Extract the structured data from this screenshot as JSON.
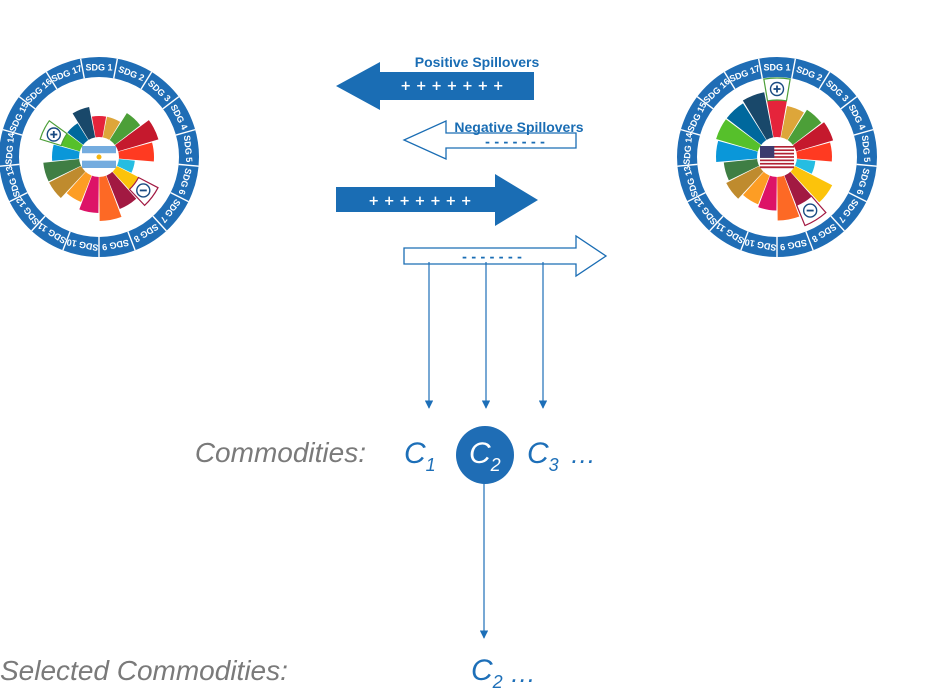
{
  "wheels": [
    {
      "country": "Argentina",
      "ring_labels": [
        "SDG 1",
        "SDG 2",
        "SDG 3",
        "SDG 4",
        "SDG 5",
        "SDG 6",
        "SDG 7",
        "SDG 8",
        "SDG 9",
        "SDG 10",
        "SDG 11",
        "SDG 12",
        "SDG 13",
        "SDG 14",
        "SDG 15",
        "SDG 16",
        "SDG 17"
      ],
      "petals": [
        0.5,
        0.5,
        0.72,
        0.92,
        0.78,
        0.4,
        0.65,
        0.8,
        0.96,
        0.8,
        0.65,
        0.8,
        0.8,
        0.62,
        0.55,
        0.48,
        0.7
      ],
      "positive_marker_sdg": "SDG 15",
      "negative_marker_sdg": "SDG 7"
    },
    {
      "country": "United States",
      "ring_labels": [
        "SDG 1",
        "SDG 2",
        "SDG 3",
        "SDG 4",
        "SDG 5",
        "SDG 6",
        "SDG 7",
        "SDG 8",
        "SDG 9",
        "SDG 10",
        "SDG 11",
        "SDG 12",
        "SDG 13",
        "SDG 14",
        "SDG 15",
        "SDG 16",
        "SDG 17"
      ],
      "petals": [
        0.9,
        0.72,
        0.8,
        0.85,
        0.78,
        0.45,
        0.92,
        0.8,
        0.95,
        0.75,
        0.7,
        0.82,
        0.75,
        0.9,
        0.95,
        0.95,
        1.0
      ],
      "positive_marker_sdg": "SDG 1",
      "negative_marker_sdg": "SDG 8"
    }
  ],
  "sdg_colors": [
    "#e5243b",
    "#dda63a",
    "#4c9f38",
    "#c5192d",
    "#ff3a21",
    "#26bde2",
    "#fcc30b",
    "#a21942",
    "#fd6925",
    "#dd1367",
    "#fd9d24",
    "#bf8b2e",
    "#3f7e44",
    "#0a97d9",
    "#56c02b",
    "#00689d",
    "#19486a"
  ],
  "colors": {
    "ring": "#1f6db5",
    "arrow": "#1a6db4",
    "diagram_line": "#1d6fb8",
    "label_gray": "#7a7a7a"
  },
  "arrows": {
    "positive_label": "Positive Spillovers",
    "negative_label": "Negative Spillovers",
    "plus_signs": "+ + + + + + +",
    "minus_signs": "- - - - - - -"
  },
  "commodities": {
    "label": "Commodities:",
    "items": [
      {
        "letter": "C",
        "sub": "1"
      },
      {
        "letter": "C",
        "sub": "2"
      },
      {
        "letter": "C",
        "sub": "3"
      }
    ],
    "ellipsis": "…"
  },
  "selected": {
    "label": "Selected Commodities:",
    "letter": "C",
    "sub": "2",
    "ellipsis": "…"
  }
}
